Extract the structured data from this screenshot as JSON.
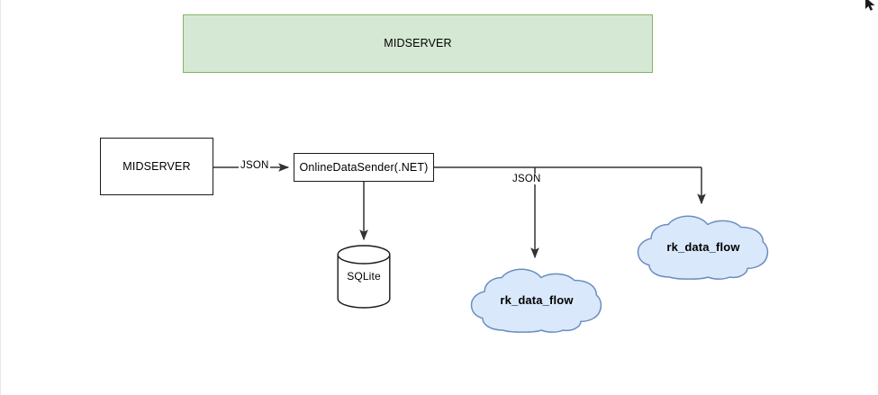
{
  "diagram": {
    "title_banner": {
      "label": "MIDSERVER"
    },
    "nodes": [
      {
        "id": "midserver-box",
        "label": "MIDSERVER",
        "shape": "rectangle"
      },
      {
        "id": "onlinedatasender-box",
        "label": "OnlineDataSender(.NET)",
        "shape": "rectangle"
      },
      {
        "id": "sqlite-node",
        "label": "SQLite",
        "shape": "cylinder"
      },
      {
        "id": "cloud-lower",
        "label": "rk_data_flow",
        "shape": "cloud"
      },
      {
        "id": "cloud-upper",
        "label": "rk_data_flow",
        "shape": "cloud"
      }
    ],
    "edge_labels": {
      "midserver_to_sender": "JSON",
      "sender_to_cloud": "JSON"
    },
    "colors": {
      "banner_fill": "#d5e8d4",
      "banner_stroke": "#82b366",
      "cloud_fill": "#dae8fc",
      "cloud_stroke": "#6c8ebf",
      "box_fill": "#ffffff",
      "box_stroke": "#1a1a1a",
      "edge_stroke": "#333333"
    },
    "icons": {
      "corner_cursor": "cursor-icon"
    }
  }
}
